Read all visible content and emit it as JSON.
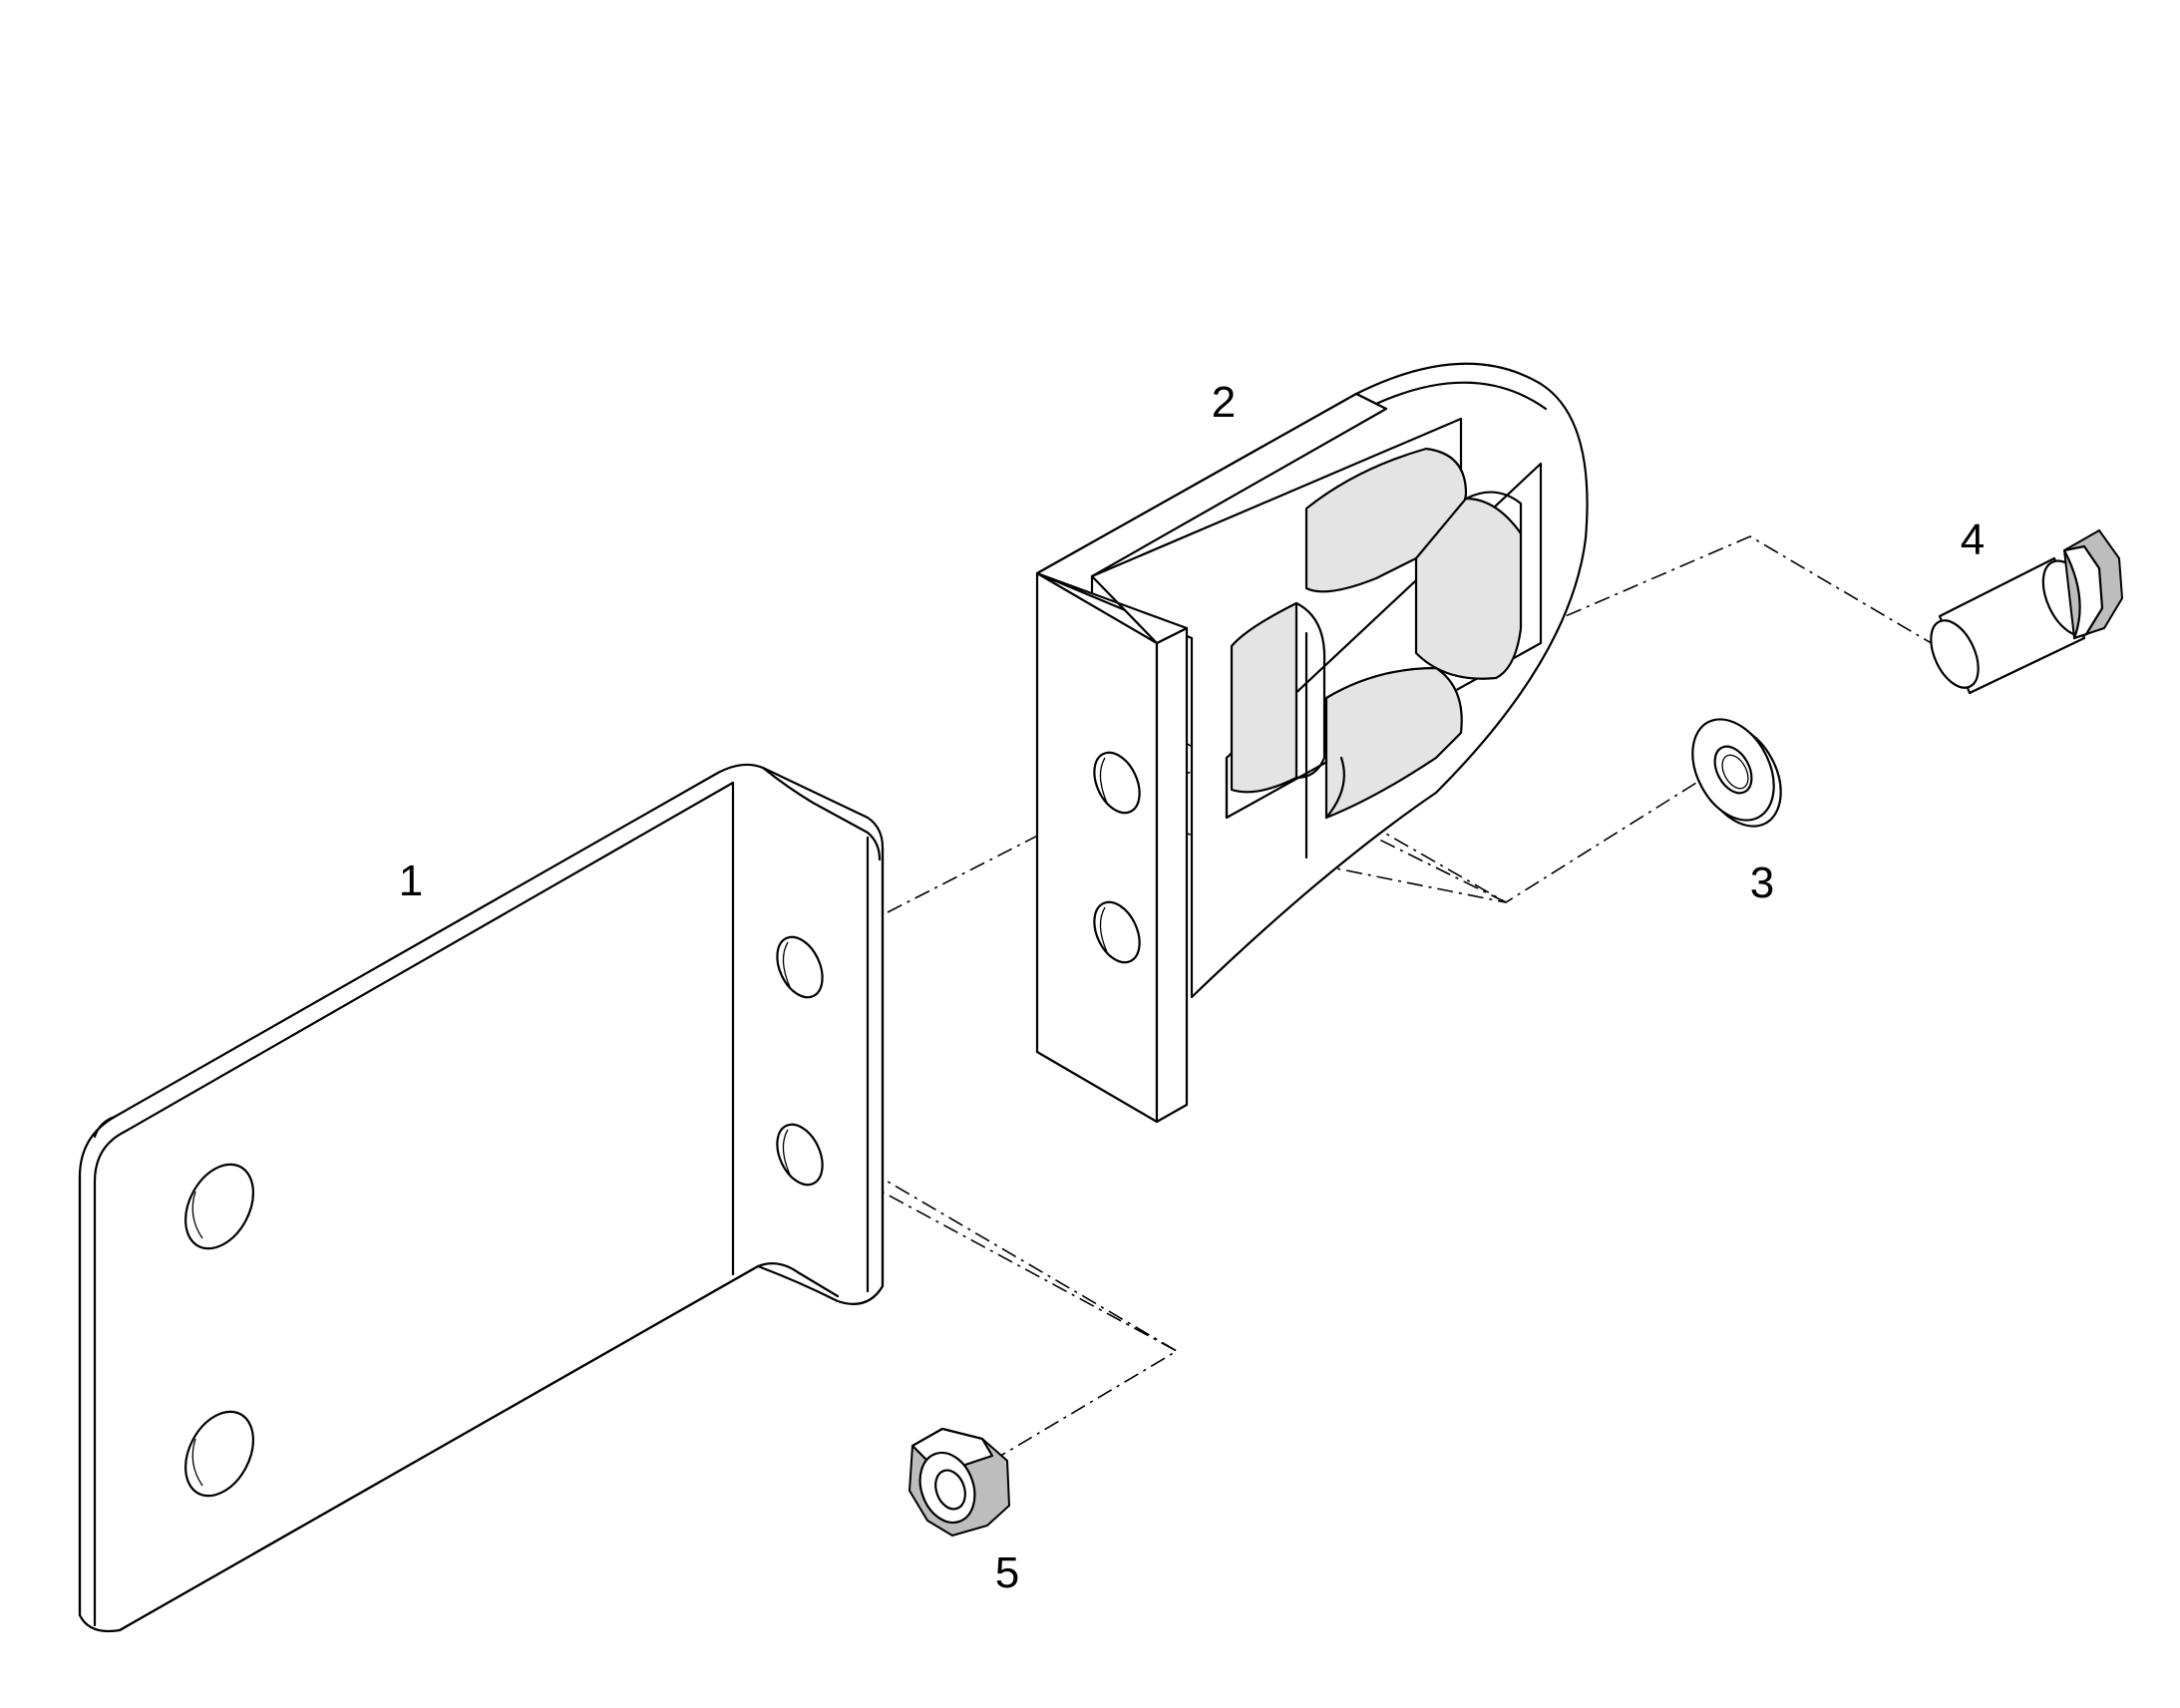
{
  "diagram": {
    "callouts": [
      {
        "id": "bracket",
        "label": "1"
      },
      {
        "id": "latch-block",
        "label": "2"
      },
      {
        "id": "washer",
        "label": "3"
      },
      {
        "id": "bolt",
        "label": "4"
      },
      {
        "id": "nut",
        "label": "5"
      }
    ]
  }
}
